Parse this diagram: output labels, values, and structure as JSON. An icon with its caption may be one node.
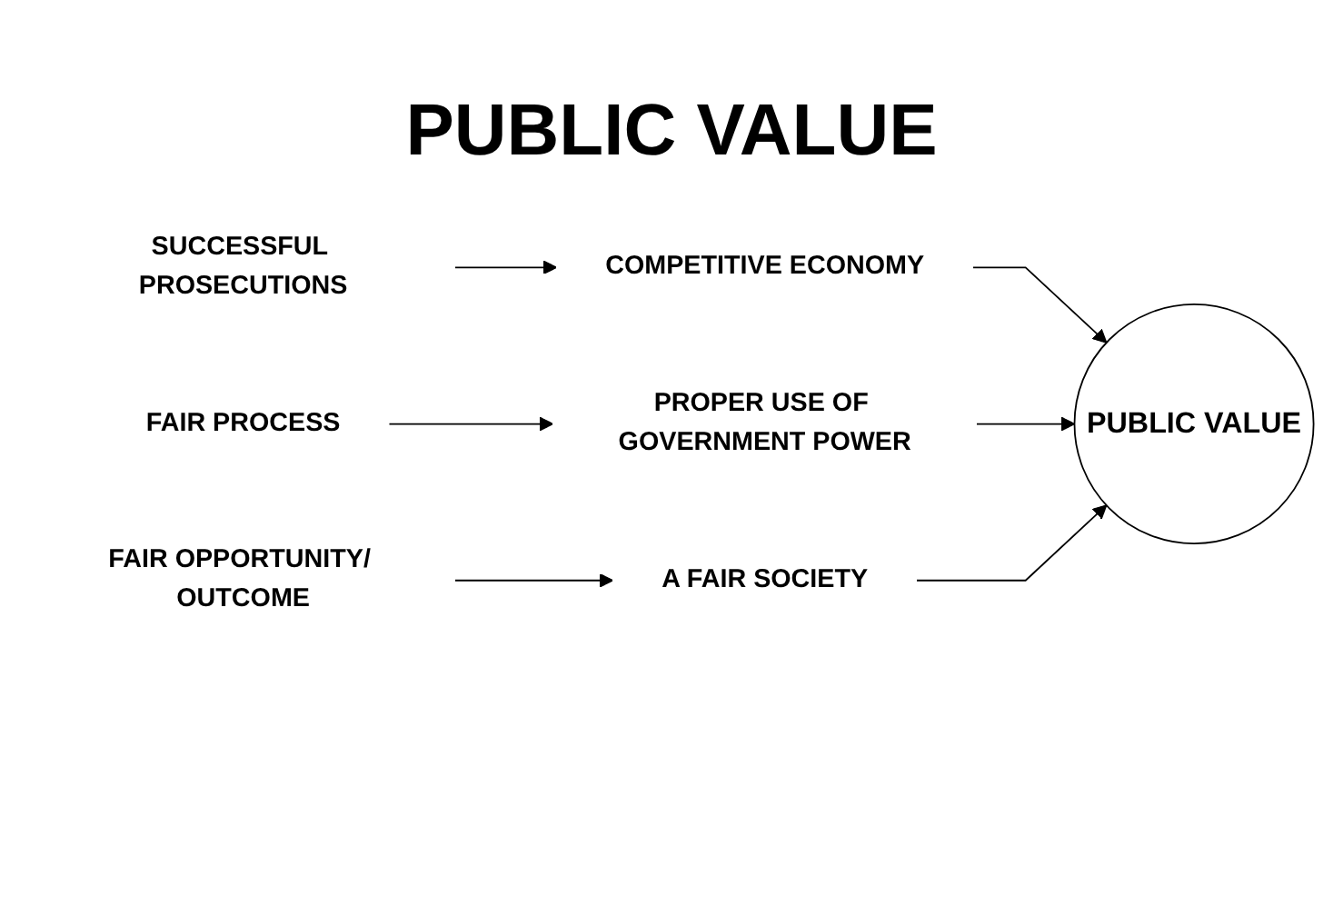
{
  "diagram": {
    "title": "PUBLIC VALUE",
    "nodes": [
      {
        "text": [
          "SUCCESSFUL PROSECUTIONS"
        ]
      },
      {
        "text": [
          "COMPETITIVE ECONOMY"
        ]
      },
      {
        "text": [
          "FAIR PROCESS"
        ]
      },
      {
        "text": [
          "PROPER USE OF GOVERNMENT POWER"
        ]
      },
      {
        "text": [
          "FAIR OPPORTUNITY/ OUTCOME"
        ]
      },
      {
        "text": [
          "A FAIR SOCIETY"
        ]
      },
      {
        "text": [
          "PUBLIC VALUE"
        ]
      }
    ],
    "edges": [
      {
        "from": 0,
        "to": 1,
        "arrow": "to"
      },
      {
        "from": 1,
        "to": 6,
        "arrow": "to"
      },
      {
        "from": 2,
        "to": 3,
        "arrow": "to"
      },
      {
        "from": 3,
        "to": 6,
        "arrow": "to"
      },
      {
        "from": 4,
        "to": 5,
        "arrow": "to"
      },
      {
        "from": 5,
        "to": 6,
        "arrow": "to"
      }
    ]
  }
}
